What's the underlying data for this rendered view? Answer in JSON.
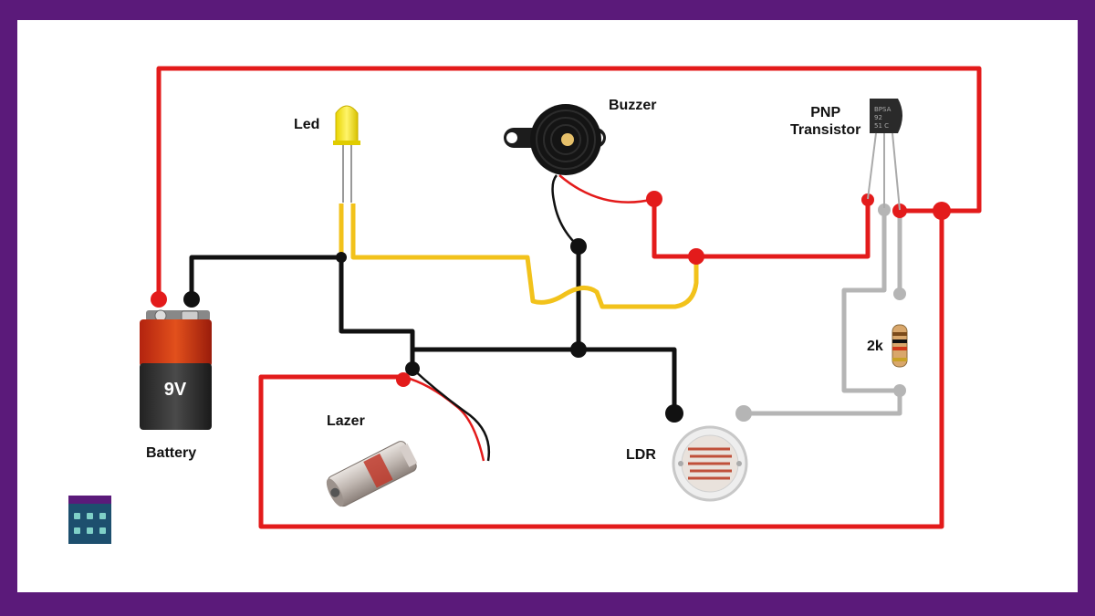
{
  "labels": {
    "battery": "Battery",
    "battery_voltage": "9V",
    "led": "Led",
    "buzzer": "Buzzer",
    "pnp_line1": "PNP",
    "pnp_line2": "Transistor",
    "resistor": "2k",
    "lazer": "Lazer",
    "ldr": "LDR"
  },
  "colors": {
    "frame": "#5b1a7a",
    "background": "#ffffff",
    "wire_positive": "#e31b1b",
    "wire_negative": "#111111",
    "wire_led": "#f2c21b",
    "wire_signal": "#b5b5b5"
  },
  "icons": [
    "battery-icon",
    "led-icon",
    "buzzer-icon",
    "pnp-transistor-icon",
    "resistor-icon",
    "laser-module-icon",
    "ldr-icon",
    "channel-logo-icon"
  ]
}
